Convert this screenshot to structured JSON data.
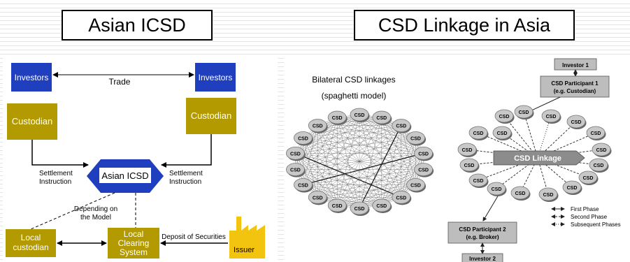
{
  "slide": {
    "left_title": "Asian ICSD",
    "right_title": "CSD Linkage in Asia"
  },
  "left_diagram": {
    "investors_left": "Investors",
    "investors_right": "Investors",
    "trade": "Trade",
    "custodian_left": "Custodian",
    "custodian_right": "Custodian",
    "settlement_left": [
      "Settlement",
      "Instruction"
    ],
    "settlement_right": [
      "Settlement",
      "Instruction"
    ],
    "asian_icsd": "Asian ICSD",
    "depending": [
      "Depending on",
      "the Model"
    ],
    "local_custodian": [
      "Local",
      "custodian"
    ],
    "local_clearing": [
      "Local",
      "Clearing",
      "System"
    ],
    "deposit": "Deposit of Securities",
    "issuer": "Issuer",
    "colors": {
      "investor": "#1f3fbf",
      "custodian": "#b39a00",
      "issuer": "#f2c40f"
    }
  },
  "right_diagram": {
    "bilateral_title": "Bilateral CSD linkages",
    "bilateral_subtitle": "(spaghetti model)",
    "csd_label": "CSD",
    "investor1": "Investor 1",
    "participant1": [
      "CSD Participant 1",
      "(e.g. Custodian)"
    ],
    "linkage": "CSD Linkage",
    "participant2": [
      "CSD Participant 2",
      "(e.g. Broker)"
    ],
    "investor2": "Investor 2",
    "legend": [
      "First Phase",
      "Second Phase",
      "Subsequent Phases"
    ]
  }
}
